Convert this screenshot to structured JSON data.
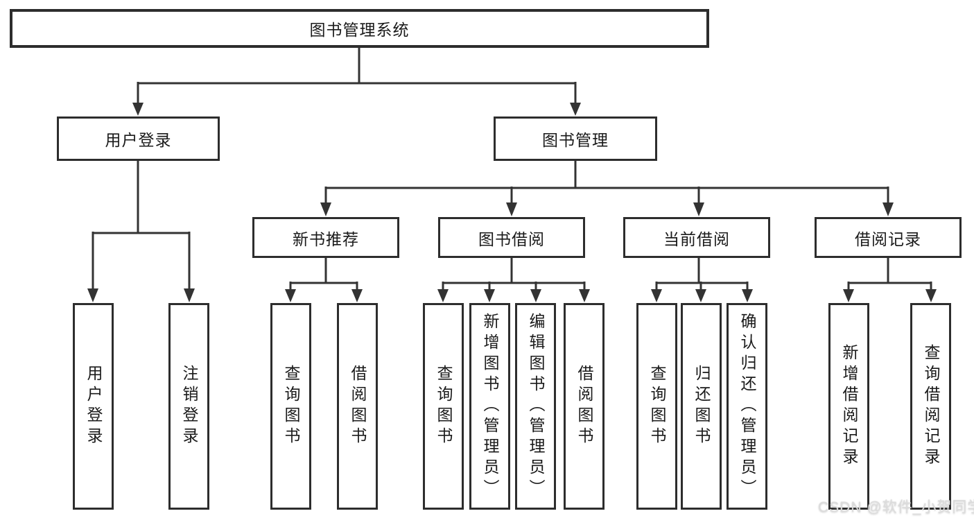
{
  "diagram_title": "图书管理系统",
  "tree": {
    "root": {
      "label": "图书管理系统"
    },
    "branches": [
      {
        "label": "用户登录",
        "children": [
          {
            "label": "用户登录"
          },
          {
            "label": "注销登录"
          }
        ]
      },
      {
        "label": "图书管理",
        "children": [
          {
            "label": "新书推荐",
            "children": [
              {
                "label": "查询图书"
              },
              {
                "label": "借阅图书"
              }
            ]
          },
          {
            "label": "图书借阅",
            "children": [
              {
                "label": "查询图书"
              },
              {
                "label": "新增图书（管理员）"
              },
              {
                "label": "编辑图书（管理员）"
              },
              {
                "label": "借阅图书"
              }
            ]
          },
          {
            "label": "当前借阅",
            "children": [
              {
                "label": "查询图书"
              },
              {
                "label": "归还图书"
              },
              {
                "label": "确认归还（管理员）"
              }
            ]
          },
          {
            "label": "借阅记录",
            "children": [
              {
                "label": "新增借阅记录"
              },
              {
                "label": "查询借阅记录"
              }
            ]
          }
        ]
      }
    ]
  },
  "colors": {
    "line": "#333333",
    "box_border": "#2d2d2d",
    "text": "#1a1a1a",
    "background": "#ffffff",
    "watermark": "#dcdcdc"
  },
  "watermark": {
    "text": "CSDN @软件_小贺同学"
  }
}
